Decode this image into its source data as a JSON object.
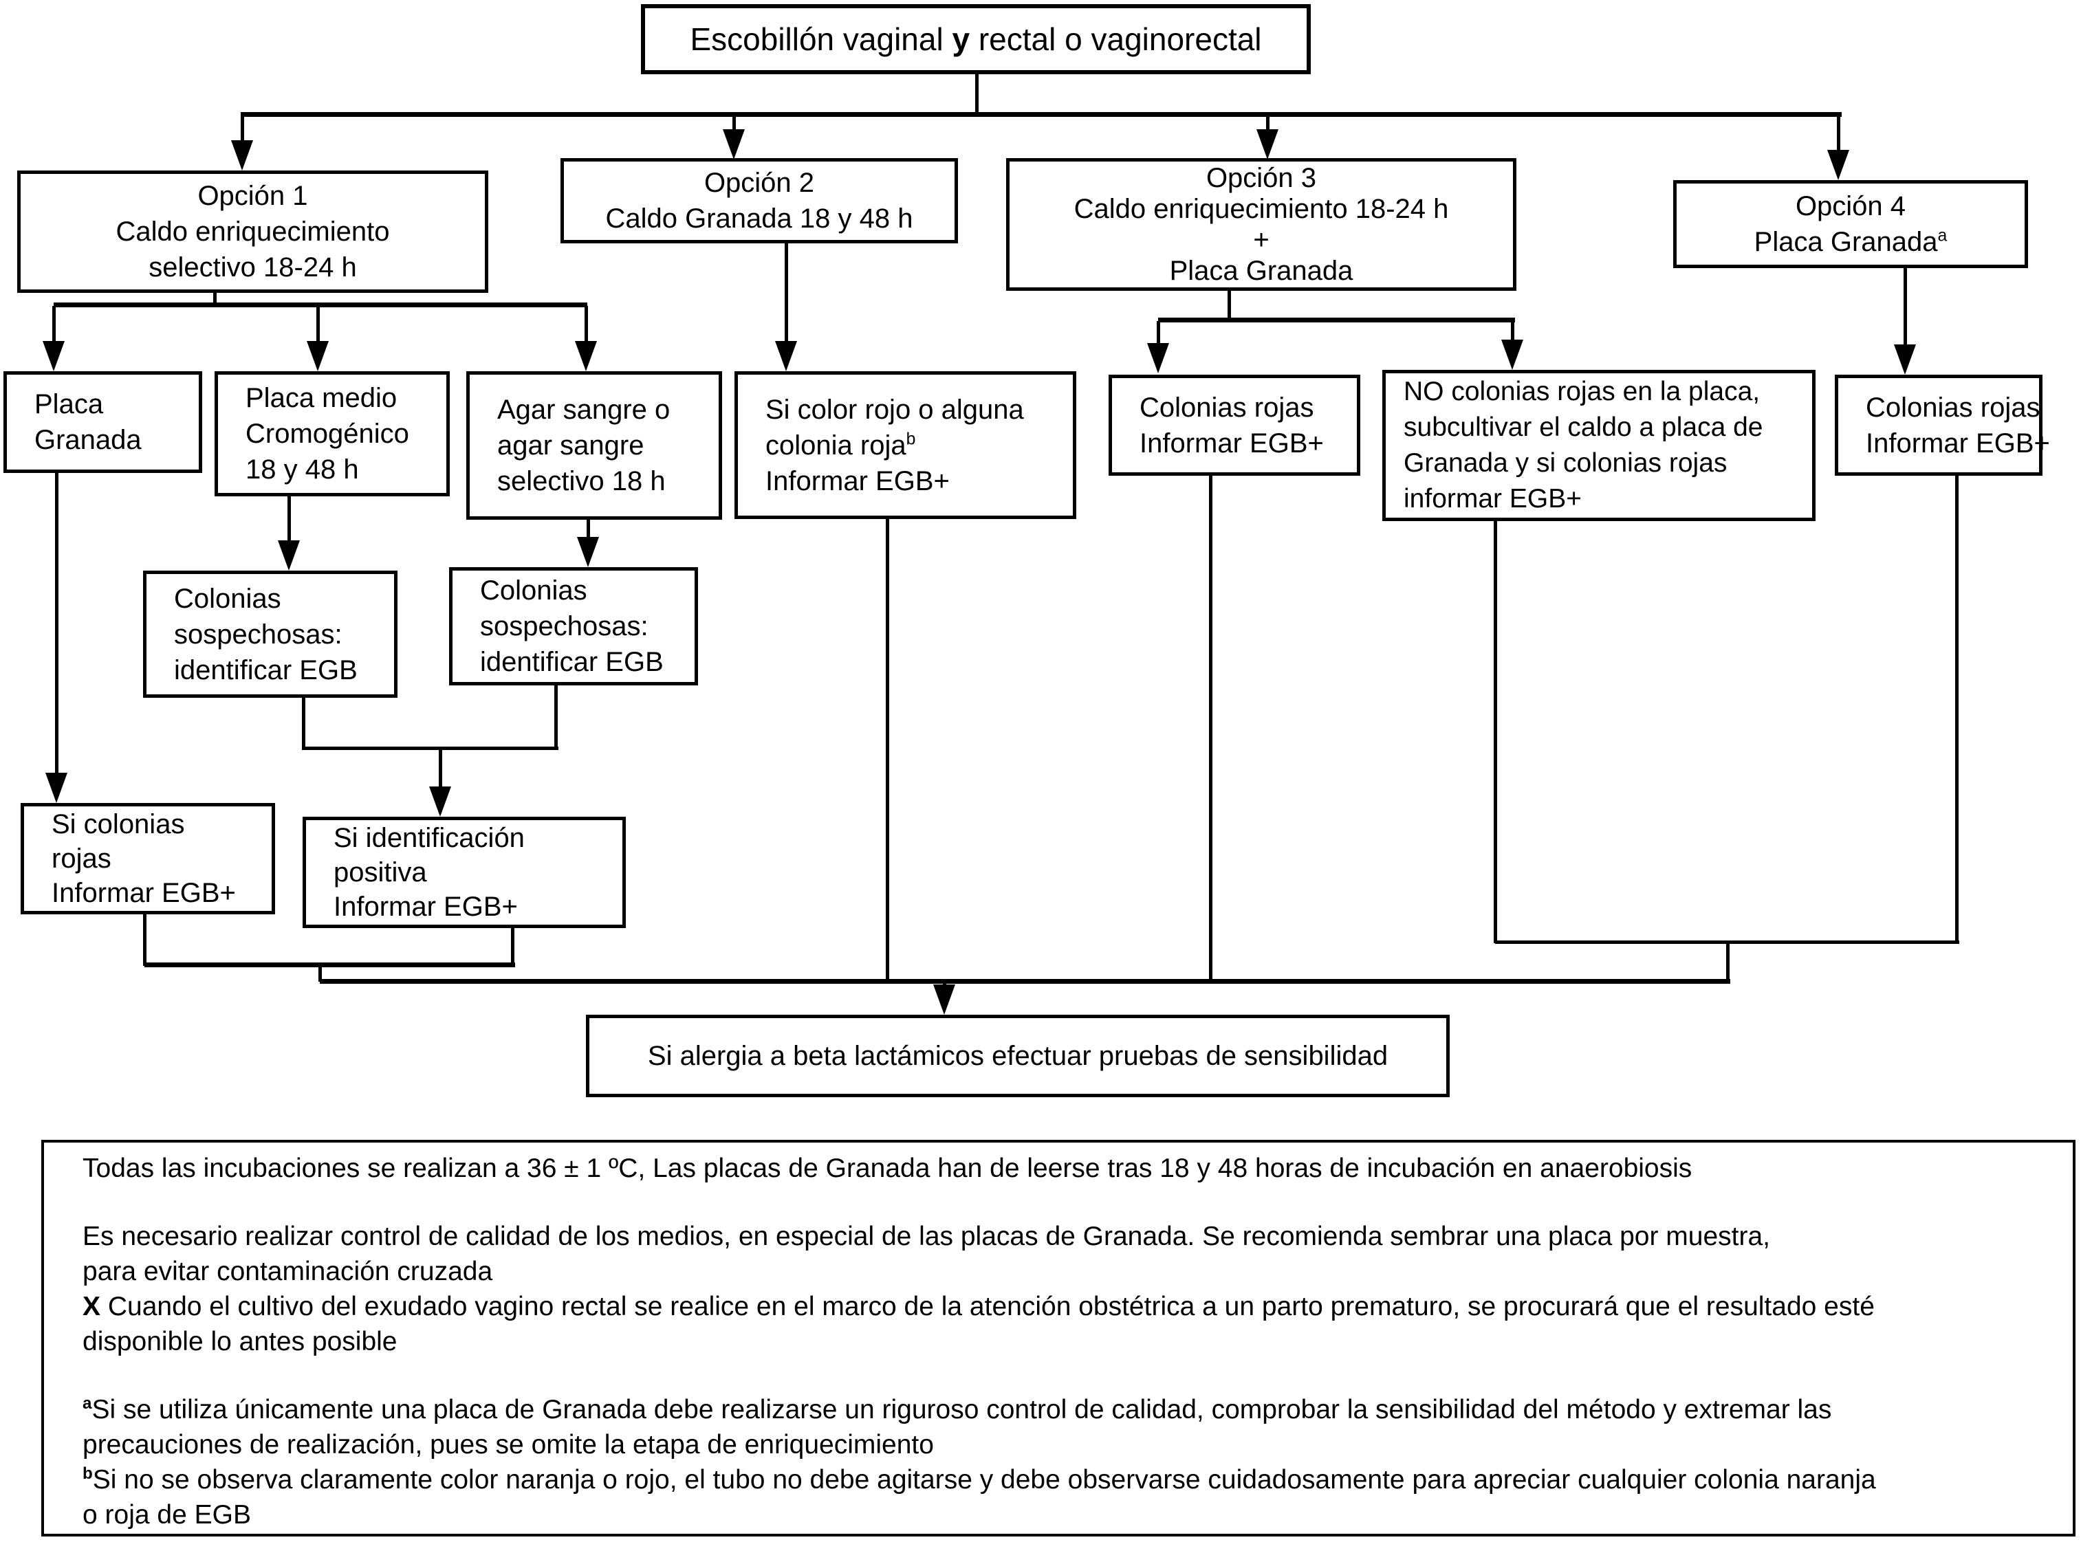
{
  "colors": {
    "line": "#000000",
    "background": "#ffffff"
  },
  "boxes": {
    "top": {
      "lines": [
        [
          {
            "t": "Escobillón vaginal "
          },
          {
            "t": "y",
            "b": true
          },
          {
            "t": " rectal o vaginorectal"
          }
        ]
      ]
    },
    "opt1": {
      "lines": [
        [
          {
            "t": "Opción 1"
          }
        ],
        [
          {
            "t": "Caldo enriquecimiento"
          }
        ],
        [
          {
            "t": "selectivo 18-24 h"
          }
        ]
      ]
    },
    "opt2": {
      "lines": [
        [
          {
            "t": "Opción 2"
          }
        ],
        [
          {
            "t": "Caldo Granada 18 y 48 h"
          }
        ]
      ]
    },
    "opt3": {
      "lines": [
        [
          {
            "t": "Opción 3"
          }
        ],
        [
          {
            "t": "Caldo enriquecimiento 18-24 h"
          }
        ],
        [
          {
            "t": "+"
          }
        ],
        [
          {
            "t": "Placa Granada"
          }
        ]
      ]
    },
    "opt4": {
      "lines": [
        [
          {
            "t": "Opción 4"
          }
        ],
        [
          {
            "t": "Placa Granada"
          },
          {
            "t": "a",
            "sup": true
          }
        ]
      ]
    },
    "placa_granada": {
      "lines": [
        [
          {
            "t": "Placa"
          }
        ],
        [
          {
            "t": "Granada"
          }
        ]
      ]
    },
    "cromogenico": {
      "lines": [
        [
          {
            "t": "Placa medio"
          }
        ],
        [
          {
            "t": "Cromogénico"
          }
        ],
        [
          {
            "t": "18 y 48 h"
          }
        ]
      ]
    },
    "agar_sangre": {
      "lines": [
        [
          {
            "t": "Agar sangre o"
          }
        ],
        [
          {
            "t": "agar sangre"
          }
        ],
        [
          {
            "t": "selectivo 18 h"
          }
        ]
      ]
    },
    "si_color_rojo": {
      "lines": [
        [
          {
            "t": "Si color rojo o alguna"
          }
        ],
        [
          {
            "t": "colonia roja"
          },
          {
            "t": "b",
            "sup": true
          }
        ],
        [
          {
            "t": "Informar EGB+"
          }
        ]
      ]
    },
    "colonias_rojas_3": {
      "lines": [
        [
          {
            "t": "Colonias rojas"
          }
        ],
        [
          {
            "t": "Informar EGB+"
          }
        ]
      ]
    },
    "no_colonias": {
      "lines": [
        [
          {
            "t": "NO colonias rojas en la placa,"
          }
        ],
        [
          {
            "t": "subcultivar el caldo a placa de"
          }
        ],
        [
          {
            "t": "Granada y si colonias rojas"
          }
        ],
        [
          {
            "t": "informar EGB+"
          }
        ]
      ]
    },
    "colonias_rojas_4": {
      "lines": [
        [
          {
            "t": "Colonias rojas"
          }
        ],
        [
          {
            "t": "Informar EGB+"
          }
        ]
      ]
    },
    "sospechosas_1": {
      "lines": [
        [
          {
            "t": "Colonias"
          }
        ],
        [
          {
            "t": "sospechosas:"
          }
        ],
        [
          {
            "t": "identificar EGB"
          }
        ]
      ]
    },
    "sospechosas_2": {
      "lines": [
        [
          {
            "t": "Colonias"
          }
        ],
        [
          {
            "t": "sospechosas:"
          }
        ],
        [
          {
            "t": "identificar EGB"
          }
        ]
      ]
    },
    "si_colonias_rojas": {
      "lines": [
        [
          {
            "t": "Si colonias"
          }
        ],
        [
          {
            "t": "rojas"
          }
        ],
        [
          {
            "t": "Informar EGB+"
          }
        ]
      ]
    },
    "si_identificacion": {
      "lines": [
        [
          {
            "t": "Si identificación"
          }
        ],
        [
          {
            "t": "positiva"
          }
        ],
        [
          {
            "t": "Informar EGB+"
          }
        ]
      ]
    },
    "si_alergia": {
      "lines": [
        [
          {
            "t": "Si alergia a beta lactámicos efectuar pruebas de sensibilidad"
          }
        ]
      ]
    }
  },
  "notes": {
    "paragraphs": [
      {
        "lines": [
          [
            {
              "t": "Todas las incubaciones se realizan a 36 ± 1 ºC, Las placas de Granada han de leerse tras 18 y 48 horas de incubación en anaerobiosis"
            }
          ]
        ]
      },
      {
        "lines": [
          [
            {
              "t": "Es necesario realizar control de calidad de los medios, en especial de las placas de Granada. Se recomienda sembrar una placa por muestra,"
            }
          ],
          [
            {
              "t": "para evitar contaminación cruzada"
            }
          ]
        ]
      },
      {
        "lines": [
          [
            {
              "t": "X",
              "b": true
            },
            {
              "t": " Cuando el cultivo del exudado vagino rectal se realice en el marco de la atención obstétrica a un parto prematuro, se procurará que el resultado esté"
            }
          ],
          [
            {
              "t": "disponible lo antes posible"
            }
          ]
        ]
      },
      {
        "lines": [
          [
            {
              "t": "a",
              "b": true,
              "sup": true
            },
            {
              "t": "Si se utiliza únicamente una placa de Granada debe realizarse un riguroso control de calidad, comprobar la sensibilidad del método y extremar las"
            }
          ],
          [
            {
              "t": "precauciones de realización, pues se omite la etapa de enriquecimiento"
            }
          ]
        ]
      },
      {
        "lines": [
          [
            {
              "t": "b",
              "b": true,
              "sup": true
            },
            {
              "t": "Si no se observa claramente color naranja o rojo, el tubo no debe agitarse y debe observarse cuidadosamente para apreciar cualquier colonia naranja"
            }
          ],
          [
            {
              "t": "o roja de EGB"
            }
          ]
        ]
      }
    ]
  }
}
